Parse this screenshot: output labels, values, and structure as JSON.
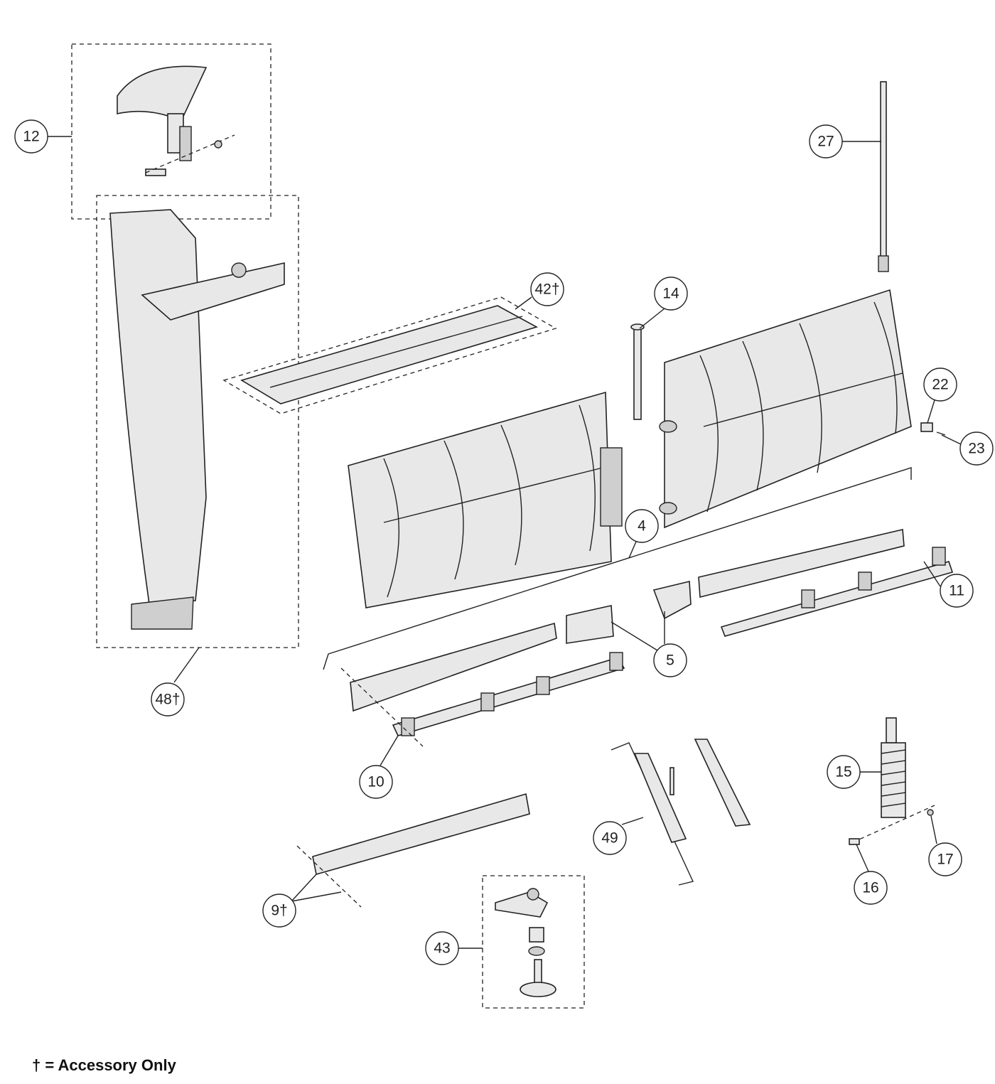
{
  "callouts": {
    "c12": "12",
    "c27": "27",
    "c42": "42†",
    "c14": "14",
    "c22": "22",
    "c23": "23",
    "c4": "4",
    "c11": "11",
    "c5": "5",
    "c48": "48†",
    "c10": "10",
    "c15": "15",
    "c49": "49",
    "c17": "17",
    "c16": "16",
    "c9": "9†",
    "c43": "43"
  },
  "footer": "† = Accessory Only"
}
